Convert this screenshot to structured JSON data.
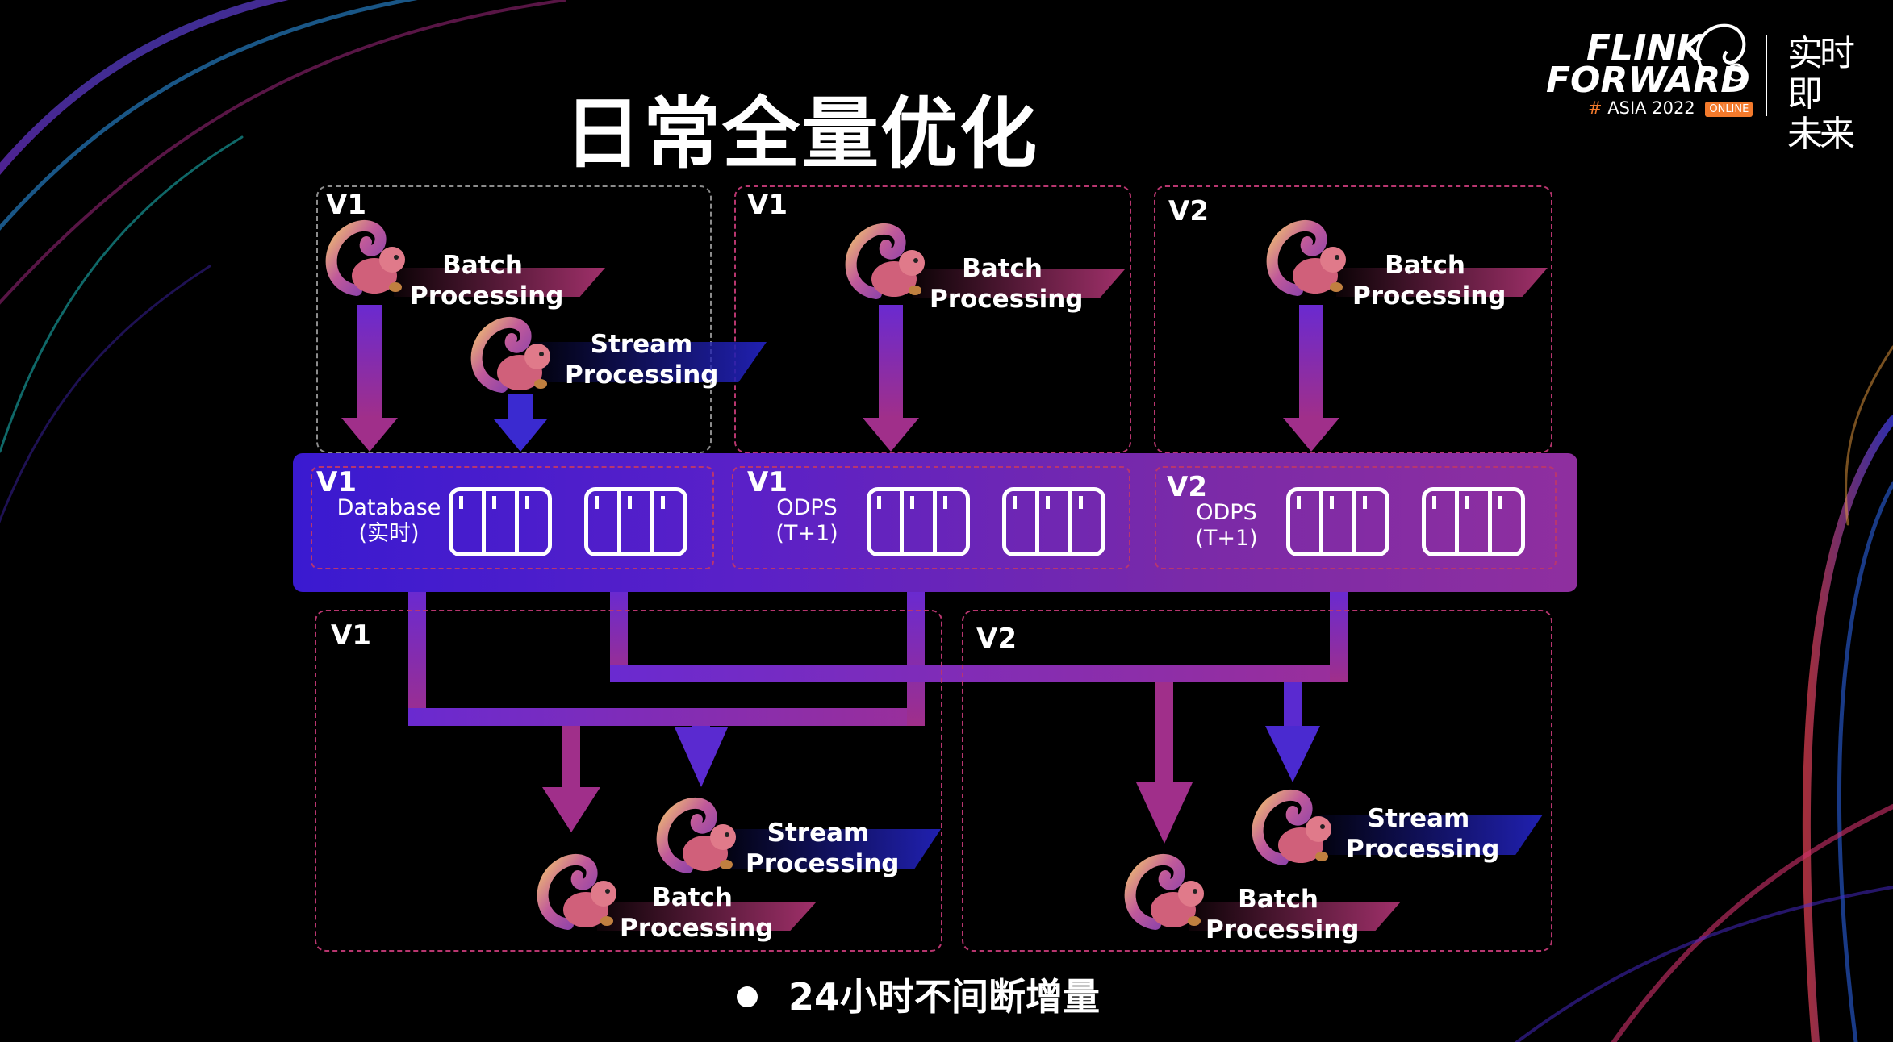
{
  "title": "日常全量优化",
  "logo": {
    "line1": "FLINK",
    "line2": "FORWARD",
    "hash": "#",
    "sub": "ASIA 2022",
    "badge": "ONLINE",
    "slogan_line1": "实时即",
    "slogan_line2": "未来"
  },
  "colors": {
    "box_border": "#b8366f",
    "batch_stripe": "#a0306a",
    "stream_stripe": "#2020b0",
    "band_start": "#3a1ad0",
    "band_end": "#8f2f9f"
  },
  "top_boxes": [
    {
      "version": "V1",
      "batch": [
        "Batch",
        "Processing"
      ],
      "stream": [
        "Stream",
        "Processing"
      ]
    },
    {
      "version": "V1",
      "batch": [
        "Batch",
        "Processing"
      ]
    },
    {
      "version": "V2",
      "batch": [
        "Batch",
        "Processing"
      ]
    }
  ],
  "storage": [
    {
      "version": "V1",
      "name": "Database",
      "sub": "(实时)"
    },
    {
      "version": "V1",
      "name": "ODPS",
      "sub": "(T+1)"
    },
    {
      "version": "V2",
      "name": "ODPS",
      "sub": "(T+1)"
    }
  ],
  "bottom_boxes": [
    {
      "version": "V1",
      "batch": [
        "Batch",
        "Processing"
      ],
      "stream": [
        "Stream",
        "Processing"
      ]
    },
    {
      "version": "V2",
      "batch": [
        "Batch",
        "Processing"
      ],
      "stream": [
        "Stream",
        "Processing"
      ]
    }
  ],
  "bullet": "24小时不间断增量",
  "icons": {
    "squirrel": "flink-squirrel-icon",
    "storage": "storage-block-icon",
    "bullet": "bullet-dot-icon"
  }
}
